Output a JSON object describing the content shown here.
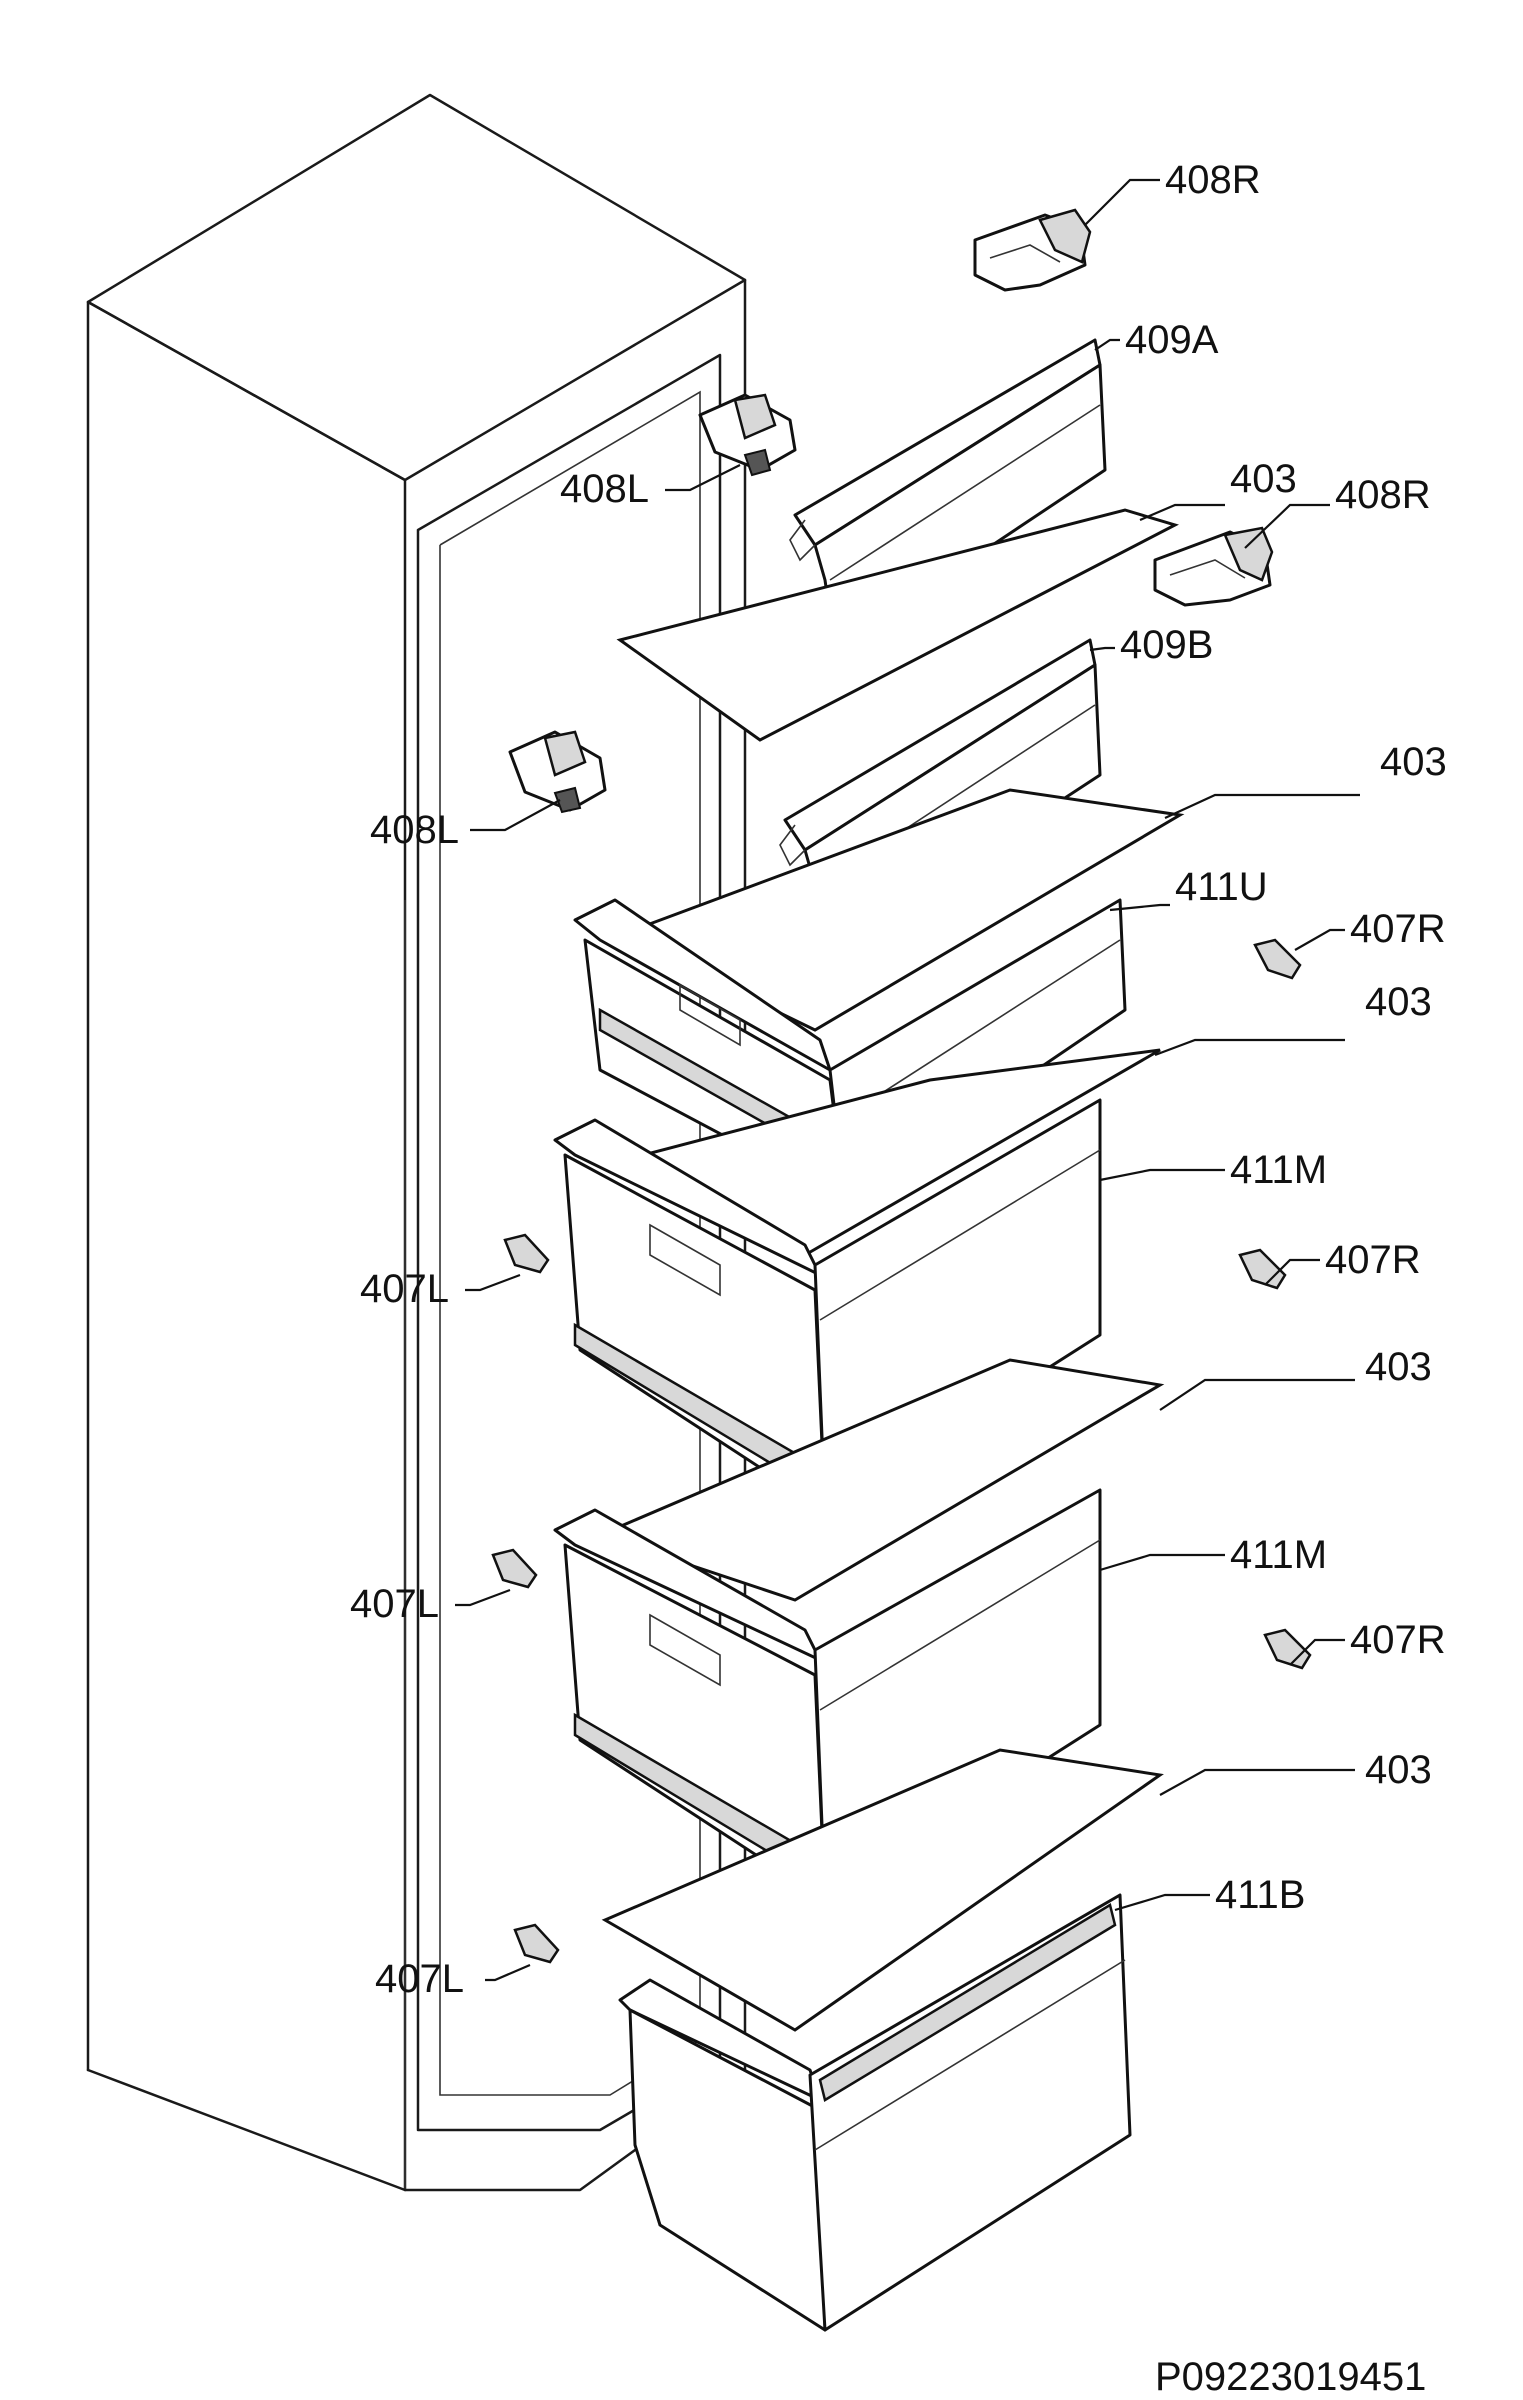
{
  "labels": {
    "c408r_top": "408R",
    "c409a": "409A",
    "c408l_top": "408L",
    "c403_1": "403",
    "c408r_mid": "408R",
    "c409b": "409B",
    "c408l_mid": "408L",
    "c403_2": "403",
    "c411u": "411U",
    "c407r_1": "407R",
    "c403_3": "403",
    "c411m_1": "411M",
    "c407l_1": "407L",
    "c407r_2": "407R",
    "c403_4": "403",
    "c411m_2": "411M",
    "c407l_2": "407L",
    "c407r_3": "407R",
    "c403_5": "403",
    "c407l_3": "407L",
    "c411b": "411B"
  },
  "drawing_code": "P09223019451"
}
